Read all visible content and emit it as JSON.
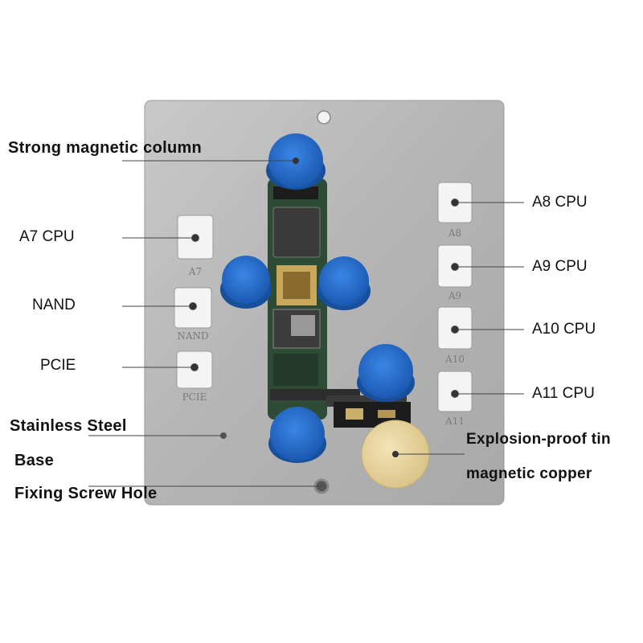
{
  "callouts": {
    "strong_magnetic_column": "Strong magnetic column",
    "a7_cpu": "A7 CPU",
    "nand": "NAND",
    "pcie": "PCIE",
    "stainless_steel": "Stainless Steel",
    "base": "Base",
    "fixing_screw_hole": "Fixing Screw Hole",
    "a8_cpu": "A8 CPU",
    "a9_cpu": "A9 CPU",
    "a10_cpu": "A10 CPU",
    "a11_cpu": "A11 CPU",
    "explosion_proof_tin": "Explosion-proof tin",
    "magnetic_copper": "magnetic copper"
  },
  "plate_engravings": {
    "a7": "A7",
    "nand": "NAND",
    "pcie": "PCIE",
    "a8": "A8",
    "a9": "A9",
    "a10": "A10",
    "a11": "A11"
  },
  "colors": {
    "plate": "#b9b9b9",
    "magnet_blue": "#1f67c9",
    "pcb_green": "#2d4b35",
    "copper_pad": "#e7d29b",
    "leader_line": "#444444"
  }
}
